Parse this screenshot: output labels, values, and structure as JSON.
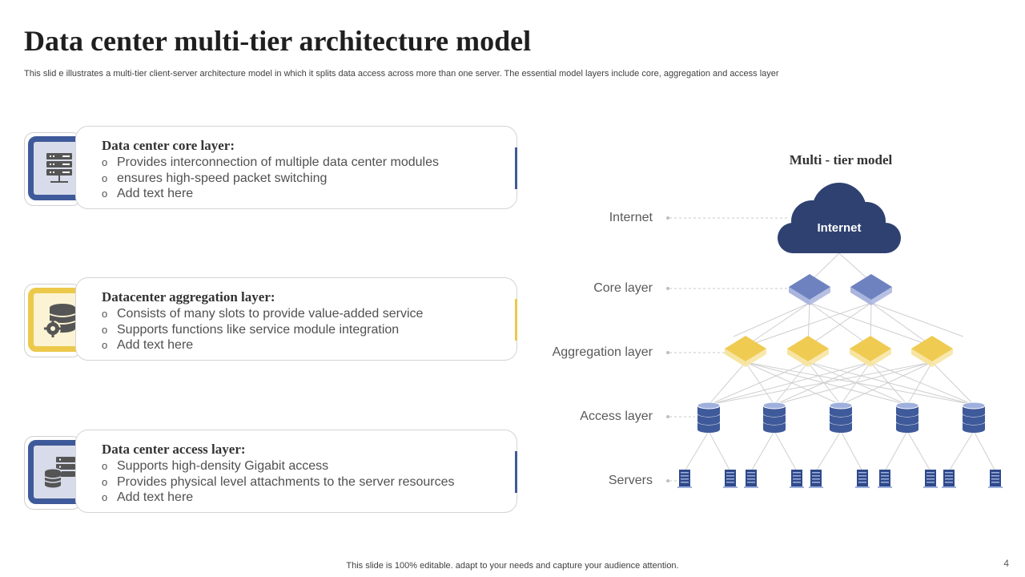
{
  "slide": {
    "title": "Data center multi-tier architecture model",
    "subtitle": "This slid e illustrates a multi-tier client-server architecture model in which it splits data access across more than one server. The essential model layers include core, aggregation and access layer",
    "footer": "This slide is 100% editable. adapt to your needs and capture your audience attention.",
    "page_number": "4"
  },
  "cards": [
    {
      "heading": "Data center core layer:",
      "icon": "server-rack-icon",
      "accent": "#3f5a9a",
      "bullets": [
        "Provides interconnection  of multiple data center modules",
        "ensures high-speed packet switching",
        "Add text here"
      ]
    },
    {
      "heading": "Datacenter aggregation layer:",
      "icon": "database-gear-icon",
      "accent": "#ecc94a",
      "bullets": [
        "Consists of many slots to provide value-added service",
        "Supports functions  like service module integration",
        "Add text here"
      ]
    },
    {
      "heading": "Data center access layer:",
      "icon": "server-database-icon",
      "accent": "#3f5a9a",
      "bullets": [
        "Supports high-density  Gigabit access",
        "Provides physical level attachments to the server resources",
        "Add text here"
      ]
    }
  ],
  "bullet_glyph": "o",
  "diagram": {
    "title": "Multi - tier model",
    "cloud_label": "Internet",
    "tiers": [
      "Internet",
      "Core layer",
      "Aggregation layer",
      "Access layer",
      "Servers"
    ],
    "colors": {
      "cloud": "#2f4170",
      "core": "#6f82c0",
      "aggregation": "#f0cb52",
      "access": "#3f5a9a",
      "server": "#2f4a8a",
      "link": "#cfcfcf"
    }
  }
}
